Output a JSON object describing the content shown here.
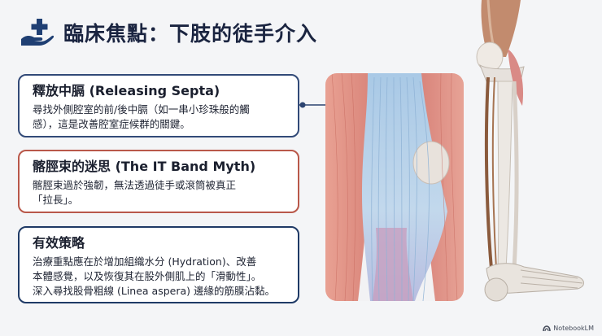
{
  "header": {
    "title": "臨床焦點：下肢的徒手介入",
    "icon": "medical-care-icon",
    "icon_color": "#1f3f73"
  },
  "cards": [
    {
      "heading": "釋放中膈 (Releasing Septa)",
      "lines": [
        "尋找外側腔室的前/後中膈（如一串小珍珠般的觸",
        "感），這是改善腔室症候群的關鍵。"
      ],
      "border_color": "#324a78"
    },
    {
      "heading": "髂脛束的迷思 (The IT Band Myth)",
      "lines": [
        "髂脛束過於強韌，無法透過徒手或滾筒被真正",
        "「拉長」。"
      ],
      "border_color": "#b9584a"
    },
    {
      "heading": "有效策略",
      "lines": [
        "治療重點應在於增加組織水分 (Hydration)、改善",
        "本體感覺，以及恢復其在股外側肌上的「滑動性」。",
        "深入尋找股骨粗線 (Linea aspera) 邊緣的筋膜沾黏。"
      ],
      "border_color": "#1f3a66"
    }
  ],
  "images": {
    "knee": "knee-fascia-illustration",
    "leg": "lower-leg-skeleton-illustration"
  },
  "branding": {
    "label": "NotebookLM",
    "icon": "notebooklm-logo-icon"
  }
}
